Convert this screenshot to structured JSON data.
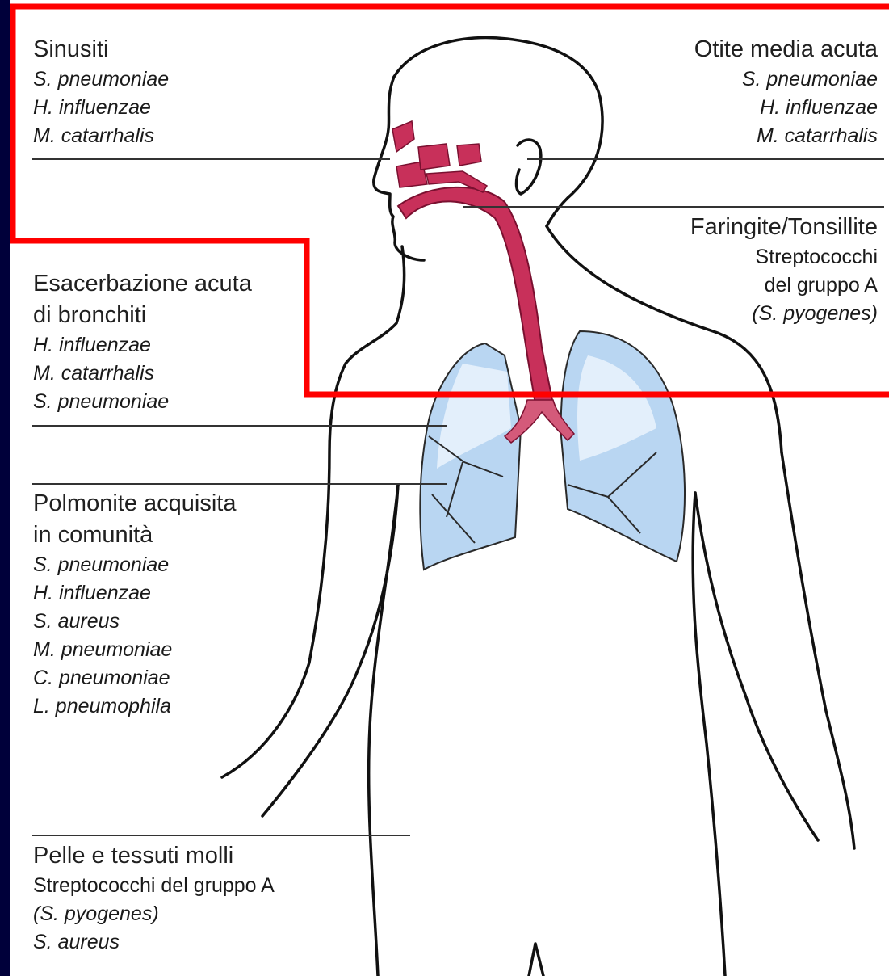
{
  "colors": {
    "background": "#00003a",
    "panel": "#ffffff",
    "highlight_border": "#ff0000",
    "airway": "#c8305a",
    "lung_light": "#d7e8f8",
    "lung_dark": "#9cc4ea",
    "outline": "#111111"
  },
  "labels": {
    "sinusiti": {
      "title": "Sinusiti",
      "organisms": [
        "S. pneumoniae",
        "H. influenzae",
        "M. catarrhalis"
      ]
    },
    "otite": {
      "title": "Otite media acuta",
      "organisms": [
        "S. pneumoniae",
        "H. influenzae",
        "M. catarrhalis"
      ]
    },
    "faringite": {
      "title": "Faringite/Tonsillite",
      "lines": [
        "Streptococchi",
        "del gruppo A"
      ],
      "organism": "(S. pyogenes)"
    },
    "bronchiti": {
      "title_lines": [
        "Esacerbazione acuta",
        "di bronchiti"
      ],
      "organisms": [
        "H. influenzae",
        "M. catarrhalis",
        "S. pneumoniae"
      ]
    },
    "polmonite": {
      "title_lines": [
        "Polmonite acquisita",
        "in comunità"
      ],
      "organisms": [
        "S. pneumoniae",
        "H. influenzae",
        "S. aureus",
        "M. pneumoniae",
        "C. pneumoniae",
        "L. pneumophila"
      ]
    },
    "pelle": {
      "title": "Pelle e tessuti molli",
      "line": "Streptococchi del gruppo A",
      "organisms": [
        "(S. pyogenes)",
        "S. aureus"
      ]
    }
  }
}
